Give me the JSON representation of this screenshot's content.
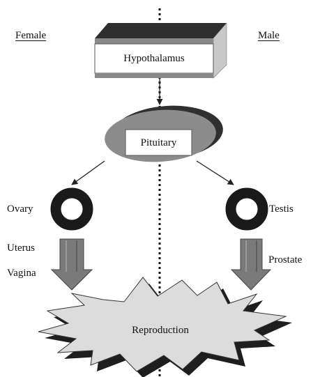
{
  "header": {
    "female_label": "Female",
    "male_label": "Male"
  },
  "nodes": {
    "hypothalamus": "Hypothalamus",
    "pituitary": "Pituitary",
    "reproduction": "Reproduction"
  },
  "female": {
    "gonad": "Ovary",
    "organs": [
      "Uterus",
      "Vagina"
    ]
  },
  "male": {
    "gonad": "Testis",
    "organs": [
      "Prostate"
    ]
  },
  "colors": {
    "box_top": "#2e2e2e",
    "box_side": "#c8c8c8",
    "box_stripe": "#8a8a8a",
    "pituitary_fill": "#8c8c8c",
    "pituitary_shadow": "#303030",
    "arrow_fill": "#7a7a7a",
    "burst_fill": "#dcdcdc",
    "burst_shadow": "#1e1e1e",
    "ring": "#1a1a1a"
  }
}
